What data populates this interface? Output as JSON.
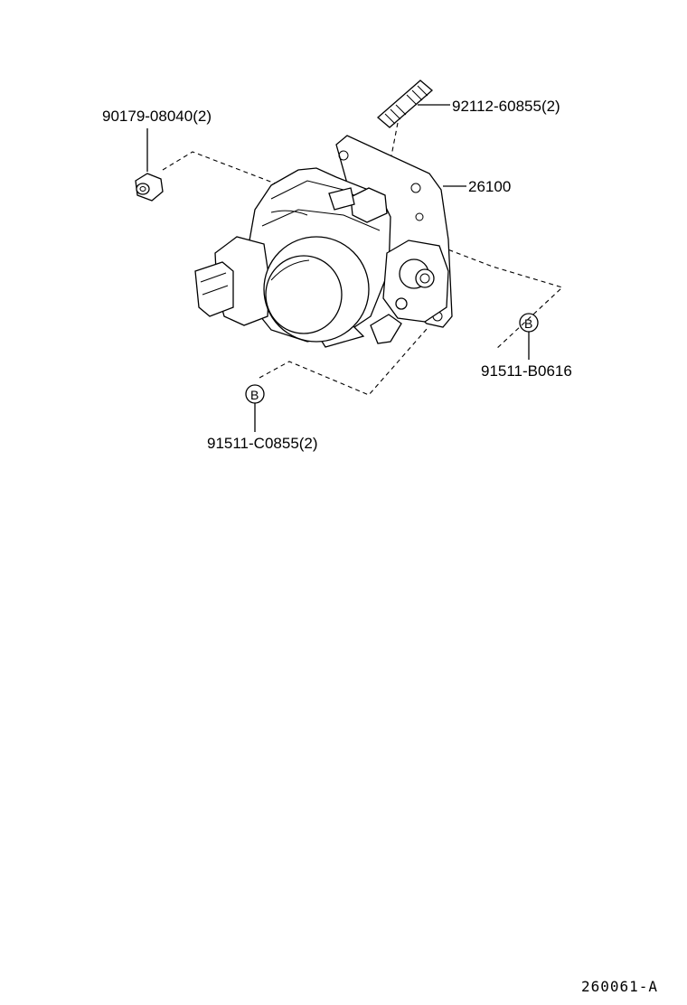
{
  "labels": {
    "nut": "90179-08040(2)",
    "stud": "92112-60855(2)",
    "throttle_body": "26100",
    "bolt_right": "91511-B0616",
    "bolt_left": "91511-C0855(2)"
  },
  "markers": {
    "right": "B",
    "left": "B"
  },
  "diagram_code": "260061-A"
}
